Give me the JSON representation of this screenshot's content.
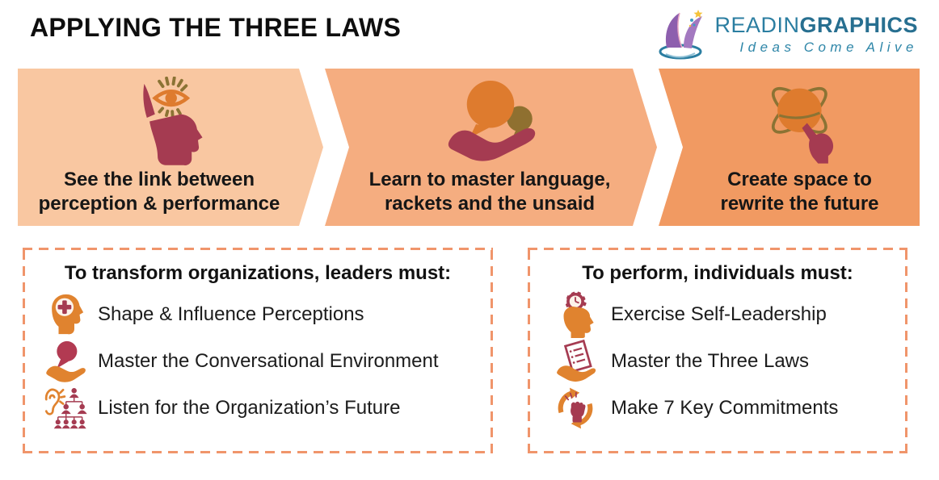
{
  "header": {
    "title": "APPLYING THE THREE LAWS",
    "logo": {
      "brand_regular": "READIN",
      "brand_bold": "GRAPHICS",
      "tagline": "Ideas Come Alive"
    }
  },
  "process": {
    "steps": [
      {
        "icon": "open-mind-eye-icon",
        "line1": "See the link between",
        "line2": "perception & performance",
        "bg": "#f9c7a1"
      },
      {
        "icon": "hand-speech-bubbles-icon",
        "line1": "Learn to master language,",
        "line2": "rackets and the unsaid",
        "bg": "#f5ad80"
      },
      {
        "icon": "globe-touch-icon",
        "line1": "Create space to",
        "line2": "rewrite the future",
        "bg": "#f19a62"
      }
    ]
  },
  "panels": [
    {
      "heading": "To transform organizations, leaders must:",
      "items": [
        {
          "icon": "head-plus-icon",
          "label": "Shape & Influence Perceptions"
        },
        {
          "icon": "hand-speech-bubble-icon",
          "label": "Master the Conversational Environment"
        },
        {
          "icon": "ear-orgchart-icon",
          "label": "Listen for the Organization’s Future"
        }
      ]
    },
    {
      "heading": "To perform, individuals must:",
      "items": [
        {
          "icon": "head-gear-icon",
          "label": "Exercise Self-Leadership"
        },
        {
          "icon": "hand-checklist-icon",
          "label": "Master the Three Laws"
        },
        {
          "icon": "cycle-fist-icon",
          "label": "Make 7 Key Commitments"
        }
      ]
    }
  ],
  "colors": {
    "step1_bg": "#f9c7a1",
    "step2_bg": "#f5ad80",
    "step3_bg": "#f19a62",
    "maroon": "#a53b51",
    "orange_icon": "#e0832f",
    "olive": "#8b7334",
    "logo_teal": "#2b7ea1",
    "logo_purple": "#8d5fae",
    "dashed_border": "#f0956b",
    "text": "#161616"
  }
}
